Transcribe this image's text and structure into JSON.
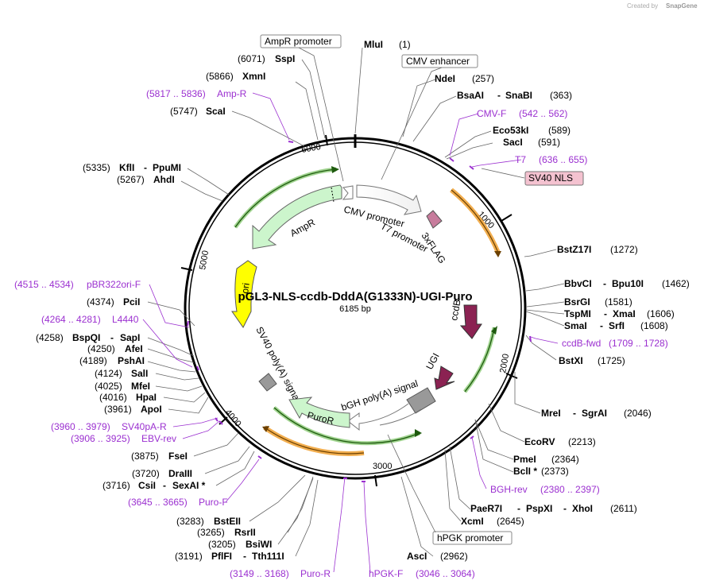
{
  "credit": {
    "text": "Created by",
    "brand": "SnapGene"
  },
  "plasmid": {
    "name": "pGL3-NLS-ccdb-DddA(G1333N)-UGI-Puro",
    "size": "6185 bp"
  },
  "ticks": [
    "1000",
    "2000",
    "3000",
    "4000",
    "5000",
    "6000"
  ],
  "features": {
    "cmv_promoter": "CMV promoter",
    "t7_promoter": "T7 promoter",
    "flag": "3xFLAG",
    "ampr": "AmpR",
    "ori": "ori",
    "ccdb": "ccdB",
    "ugi": "UGI",
    "sv40_polya": "SV40 poly(A) signal",
    "bgh_polya": "bGH poly(A) signal",
    "puror": "PuroR"
  },
  "boxed": {
    "ampr_promoter": "AmpR promoter",
    "cmv_enhancer": "CMV enhancer",
    "sv40_nls": "SV40 NLS",
    "hpgk_promoter": "hPGK promoter"
  },
  "sites": [
    {
      "pos": "(1)",
      "name": "MluI"
    },
    {
      "pos": "(6071)",
      "name": "SspI"
    },
    {
      "pos": "(5866)",
      "name": "XmnI"
    },
    {
      "pos": "(5747)",
      "name": "ScaI"
    },
    {
      "pos": "(5335)",
      "name": "KflI",
      "name2": "PpuMI"
    },
    {
      "pos": "(5267)",
      "name": "AhdI"
    },
    {
      "pos": "(257)",
      "name": "NdeI"
    },
    {
      "pos": "(363)",
      "name": "BsaAI",
      "name2": "SnaBI"
    },
    {
      "pos": "(589)",
      "name": "Eco53kI"
    },
    {
      "pos": "(591)",
      "name": "SacI"
    },
    {
      "pos": "(1272)",
      "name": "BstZ17I"
    },
    {
      "pos": "(1462)",
      "name": "BbvCI",
      "name2": "Bpu10I"
    },
    {
      "pos": "(1581)",
      "name": "BsrGI"
    },
    {
      "pos": "(1606)",
      "name": "TspMI",
      "name2": "XmaI"
    },
    {
      "pos": "(1608)",
      "name": "SmaI",
      "name2": "SrfI"
    },
    {
      "pos": "(1725)",
      "name": "BstXI"
    },
    {
      "pos": "(2046)",
      "name": "MreI",
      "name2": "SgrAI"
    },
    {
      "pos": "(2213)",
      "name": "EcoRV"
    },
    {
      "pos": "(2364)",
      "name": "PmeI"
    },
    {
      "pos": "(2373)",
      "name": "BclI *"
    },
    {
      "pos": "(2611)",
      "name": "PaeR7I",
      "name2": "PspXI",
      "name3": "XhoI"
    },
    {
      "pos": "(2645)",
      "name": "XcmI"
    },
    {
      "pos": "(2962)",
      "name": "AscI"
    },
    {
      "pos": "(4374)",
      "name": "PciI"
    },
    {
      "pos": "(4258)",
      "name": "BspQI",
      "name2": "SapI"
    },
    {
      "pos": "(4250)",
      "name": "AfeI"
    },
    {
      "pos": "(4189)",
      "name": "PshAI"
    },
    {
      "pos": "(4124)",
      "name": "SalI"
    },
    {
      "pos": "(4025)",
      "name": "MfeI"
    },
    {
      "pos": "(4016)",
      "name": "HpaI"
    },
    {
      "pos": "(3961)",
      "name": "ApoI"
    },
    {
      "pos": "(3875)",
      "name": "FseI"
    },
    {
      "pos": "(3720)",
      "name": "DraIII"
    },
    {
      "pos": "(3716)",
      "name": "CsiI",
      "name2": "SexAI *"
    },
    {
      "pos": "(3283)",
      "name": "BstEII"
    },
    {
      "pos": "(3265)",
      "name": "RsrII"
    },
    {
      "pos": "(3205)",
      "name": "BsiWI"
    },
    {
      "pos": "(3191)",
      "name": "PflFI",
      "name2": "Tth111I"
    }
  ],
  "primers": [
    {
      "range": "(5817 .. 5836)",
      "name": "Amp-R"
    },
    {
      "range": "(542 .. 562)",
      "name": "CMV-F"
    },
    {
      "range": "(636 .. 655)",
      "name": "T7"
    },
    {
      "range": "(1709 .. 1728)",
      "name": "ccdB-fwd"
    },
    {
      "range": "(2380 .. 2397)",
      "name": "BGH-rev"
    },
    {
      "range": "(4515 .. 4534)",
      "name": "pBR322ori-F"
    },
    {
      "range": "(4264 .. 4281)",
      "name": "L4440"
    },
    {
      "range": "(3960 .. 3979)",
      "name": "SV40pA-R"
    },
    {
      "range": "(3906 .. 3925)",
      "name": "EBV-rev"
    },
    {
      "range": "(3645 .. 3665)",
      "name": "Puro-F"
    },
    {
      "range": "(3149 .. 3168)",
      "name": "Puro-R"
    },
    {
      "range": "(3046 .. 3064)",
      "name": "hPGK-F"
    }
  ],
  "colors": {
    "backbone": "#000000",
    "promoter": "#ffffff",
    "resistance": "#ccf5cc",
    "ori": "#ffff00",
    "cds": "#8b2252",
    "flag": "#c77c9c",
    "polya": "#999999",
    "nls_box": "#f4c2d0",
    "orange_arc": "#f0a030",
    "green_arc": "#44aa22",
    "primer": "#9b30d0"
  }
}
